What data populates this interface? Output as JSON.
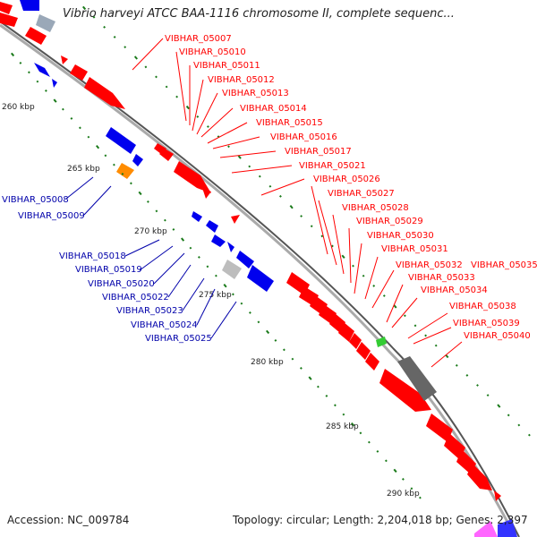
{
  "title": "Vibrio harveyi ATCC BAA-1116 chromosome II, complete sequenc...",
  "footer": {
    "accession": "Accession: NC_009784",
    "stats": "Topology: circular; Length: 2,204,018 bp; Genes: 2,397"
  },
  "colors": {
    "forward": "#ff0000",
    "reverse": "#0000ff",
    "backbone": "#888888",
    "tick": "#1a7a1a",
    "other": "#ff8c00",
    "pseudo": "#aaaaaa"
  },
  "kbp_ticks": [
    "260 kbp",
    "265 kbp",
    "270 kbp",
    "275 kbp",
    "280 kbp",
    "285 kbp",
    "290 kbp"
  ],
  "forward_labels": [
    "VIBHAR_05007",
    "VIBHAR_05010",
    "VIBHAR_05011",
    "VIBHAR_05012",
    "VIBHAR_05013",
    "VIBHAR_05014",
    "VIBHAR_05015",
    "VIBHAR_05016",
    "VIBHAR_05017",
    "VIBHAR_05021",
    "VIBHAR_05026",
    "VIBHAR_05027",
    "VIBHAR_05028",
    "VIBHAR_05029",
    "VIBHAR_05030",
    "VIBHAR_05031",
    "VIBHAR_05032",
    "VIBHAR_05035",
    "VIBHAR_05033",
    "VIBHAR_05034",
    "VIBHAR_05038",
    "VIBHAR_05039",
    "VIBHAR_05040"
  ],
  "reverse_labels": [
    "VIBHAR_05008",
    "VIBHAR_05009",
    "VIBHAR_05018",
    "VIBHAR_05019",
    "VIBHAR_05020",
    "VIBHAR_05022",
    "VIBHAR_05023",
    "VIBHAR_05024",
    "VIBHAR_05025"
  ]
}
